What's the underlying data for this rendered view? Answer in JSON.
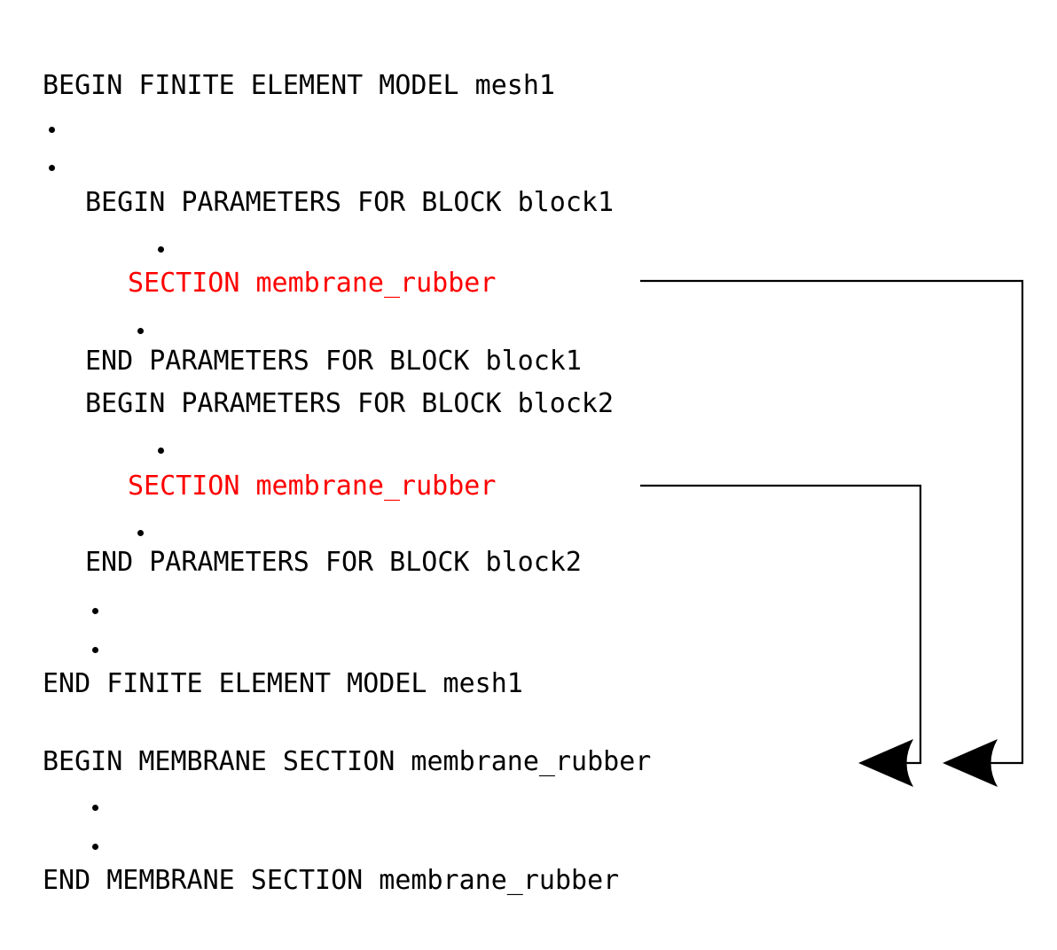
{
  "figure": {
    "kind": "code-listing-diagram",
    "background_color": "#ffffff",
    "text_color": "#000000",
    "highlight_color": "#ff0000",
    "connector_color": "#000000"
  },
  "lines": [
    {
      "id": "l1",
      "text": "BEGIN FINITE ELEMENT MODEL mesh1",
      "indent": 0,
      "color": "black"
    },
    {
      "id": "l2",
      "text": "BEGIN PARAMETERS FOR BLOCK block1",
      "indent": 2,
      "color": "black"
    },
    {
      "id": "l3",
      "text": "SECTION membrane_rubber",
      "indent": 4,
      "color": "red"
    },
    {
      "id": "l4",
      "text": "END PARAMETERS FOR BLOCK block1",
      "indent": 2,
      "color": "black"
    },
    {
      "id": "l5",
      "text": "BEGIN PARAMETERS FOR BLOCK block2",
      "indent": 2,
      "color": "black"
    },
    {
      "id": "l6",
      "text": "SECTION membrane_rubber",
      "indent": 4,
      "color": "red"
    },
    {
      "id": "l7",
      "text": "END PARAMETERS FOR BLOCK block2",
      "indent": 2,
      "color": "black"
    },
    {
      "id": "l8",
      "text": "END FINITE ELEMENT MODEL mesh1",
      "indent": 0,
      "color": "black"
    },
    {
      "id": "l9",
      "text": "BEGIN MEMBRANE SECTION membrane_rubber",
      "indent": 0,
      "color": "black"
    },
    {
      "id": "l10",
      "text": "END MEMBRANE SECTION membrane_rubber",
      "indent": 0,
      "color": "black"
    }
  ],
  "ellipsis_bullets": [
    {
      "id": "b1",
      "after": "l1",
      "indent": 0
    },
    {
      "id": "b2",
      "after": "l1",
      "indent": 0
    },
    {
      "id": "b3",
      "after": "l2",
      "indent": 5
    },
    {
      "id": "b4",
      "after": "l3",
      "indent": 3
    },
    {
      "id": "b5",
      "after": "l5",
      "indent": 5
    },
    {
      "id": "b6",
      "after": "l6",
      "indent": 3
    },
    {
      "id": "b7",
      "after": "l7",
      "indent": 1
    },
    {
      "id": "b8",
      "after": "l7",
      "indent": 1
    },
    {
      "id": "b9",
      "after": "l9",
      "indent": 1
    },
    {
      "id": "b10",
      "after": "l9",
      "indent": 1
    }
  ],
  "connectors": [
    {
      "id": "connector-outer",
      "from_line": "l3",
      "to_line": "l9",
      "description": "SECTION membrane_rubber in block1 points to BEGIN MEMBRANE SECTION membrane_rubber"
    },
    {
      "id": "connector-inner",
      "from_line": "l6",
      "to_line": "l9",
      "description": "SECTION membrane_rubber in block2 points to BEGIN MEMBRANE SECTION membrane_rubber"
    }
  ]
}
